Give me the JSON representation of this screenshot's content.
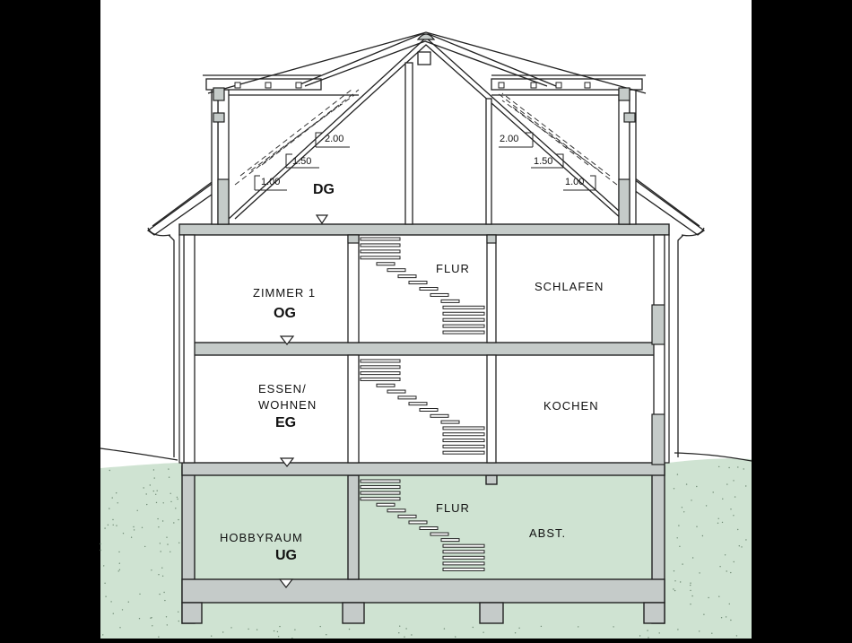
{
  "colors": {
    "background": "#ffffff",
    "ground": "#cfe3d2",
    "wall_fill": "#c5cbc9",
    "line": "#222222",
    "frame": "#000000"
  },
  "levels": {
    "dg": "DG",
    "og": "OG",
    "eg": "EG",
    "ug": "UG"
  },
  "rooms": {
    "zimmer": "ZIMMER 1",
    "flur_og": "FLUR",
    "schlafen": "SCHLAFEN",
    "essen_line1": "ESSEN/",
    "essen_line2": "WOHNEN",
    "kochen": "KOCHEN",
    "hobbyraum": "HOBBYRAUM",
    "flur_ug": "FLUR",
    "abst": "ABST."
  },
  "dimensions": {
    "h200": "2.00",
    "h150": "1.50",
    "h100": "1.00"
  },
  "icons": {
    "level_marker": "triangle-down-icon"
  }
}
